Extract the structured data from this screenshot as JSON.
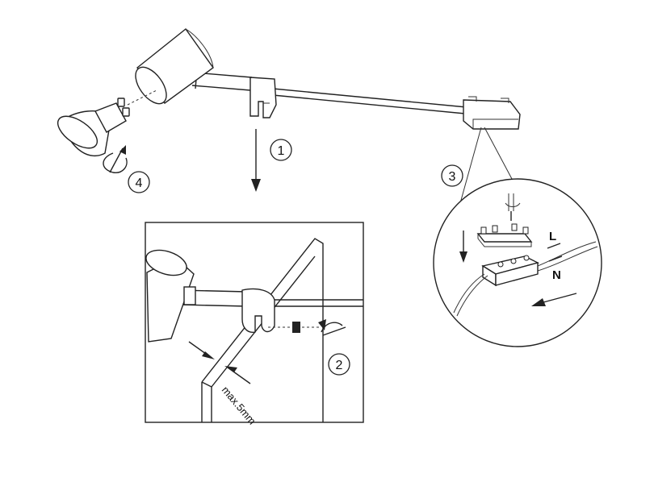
{
  "steps": {
    "one": "1",
    "two": "2",
    "three": "3",
    "four": "4"
  },
  "labels": {
    "max_gap": "max.5mm",
    "live": "L",
    "neutral": "N"
  }
}
